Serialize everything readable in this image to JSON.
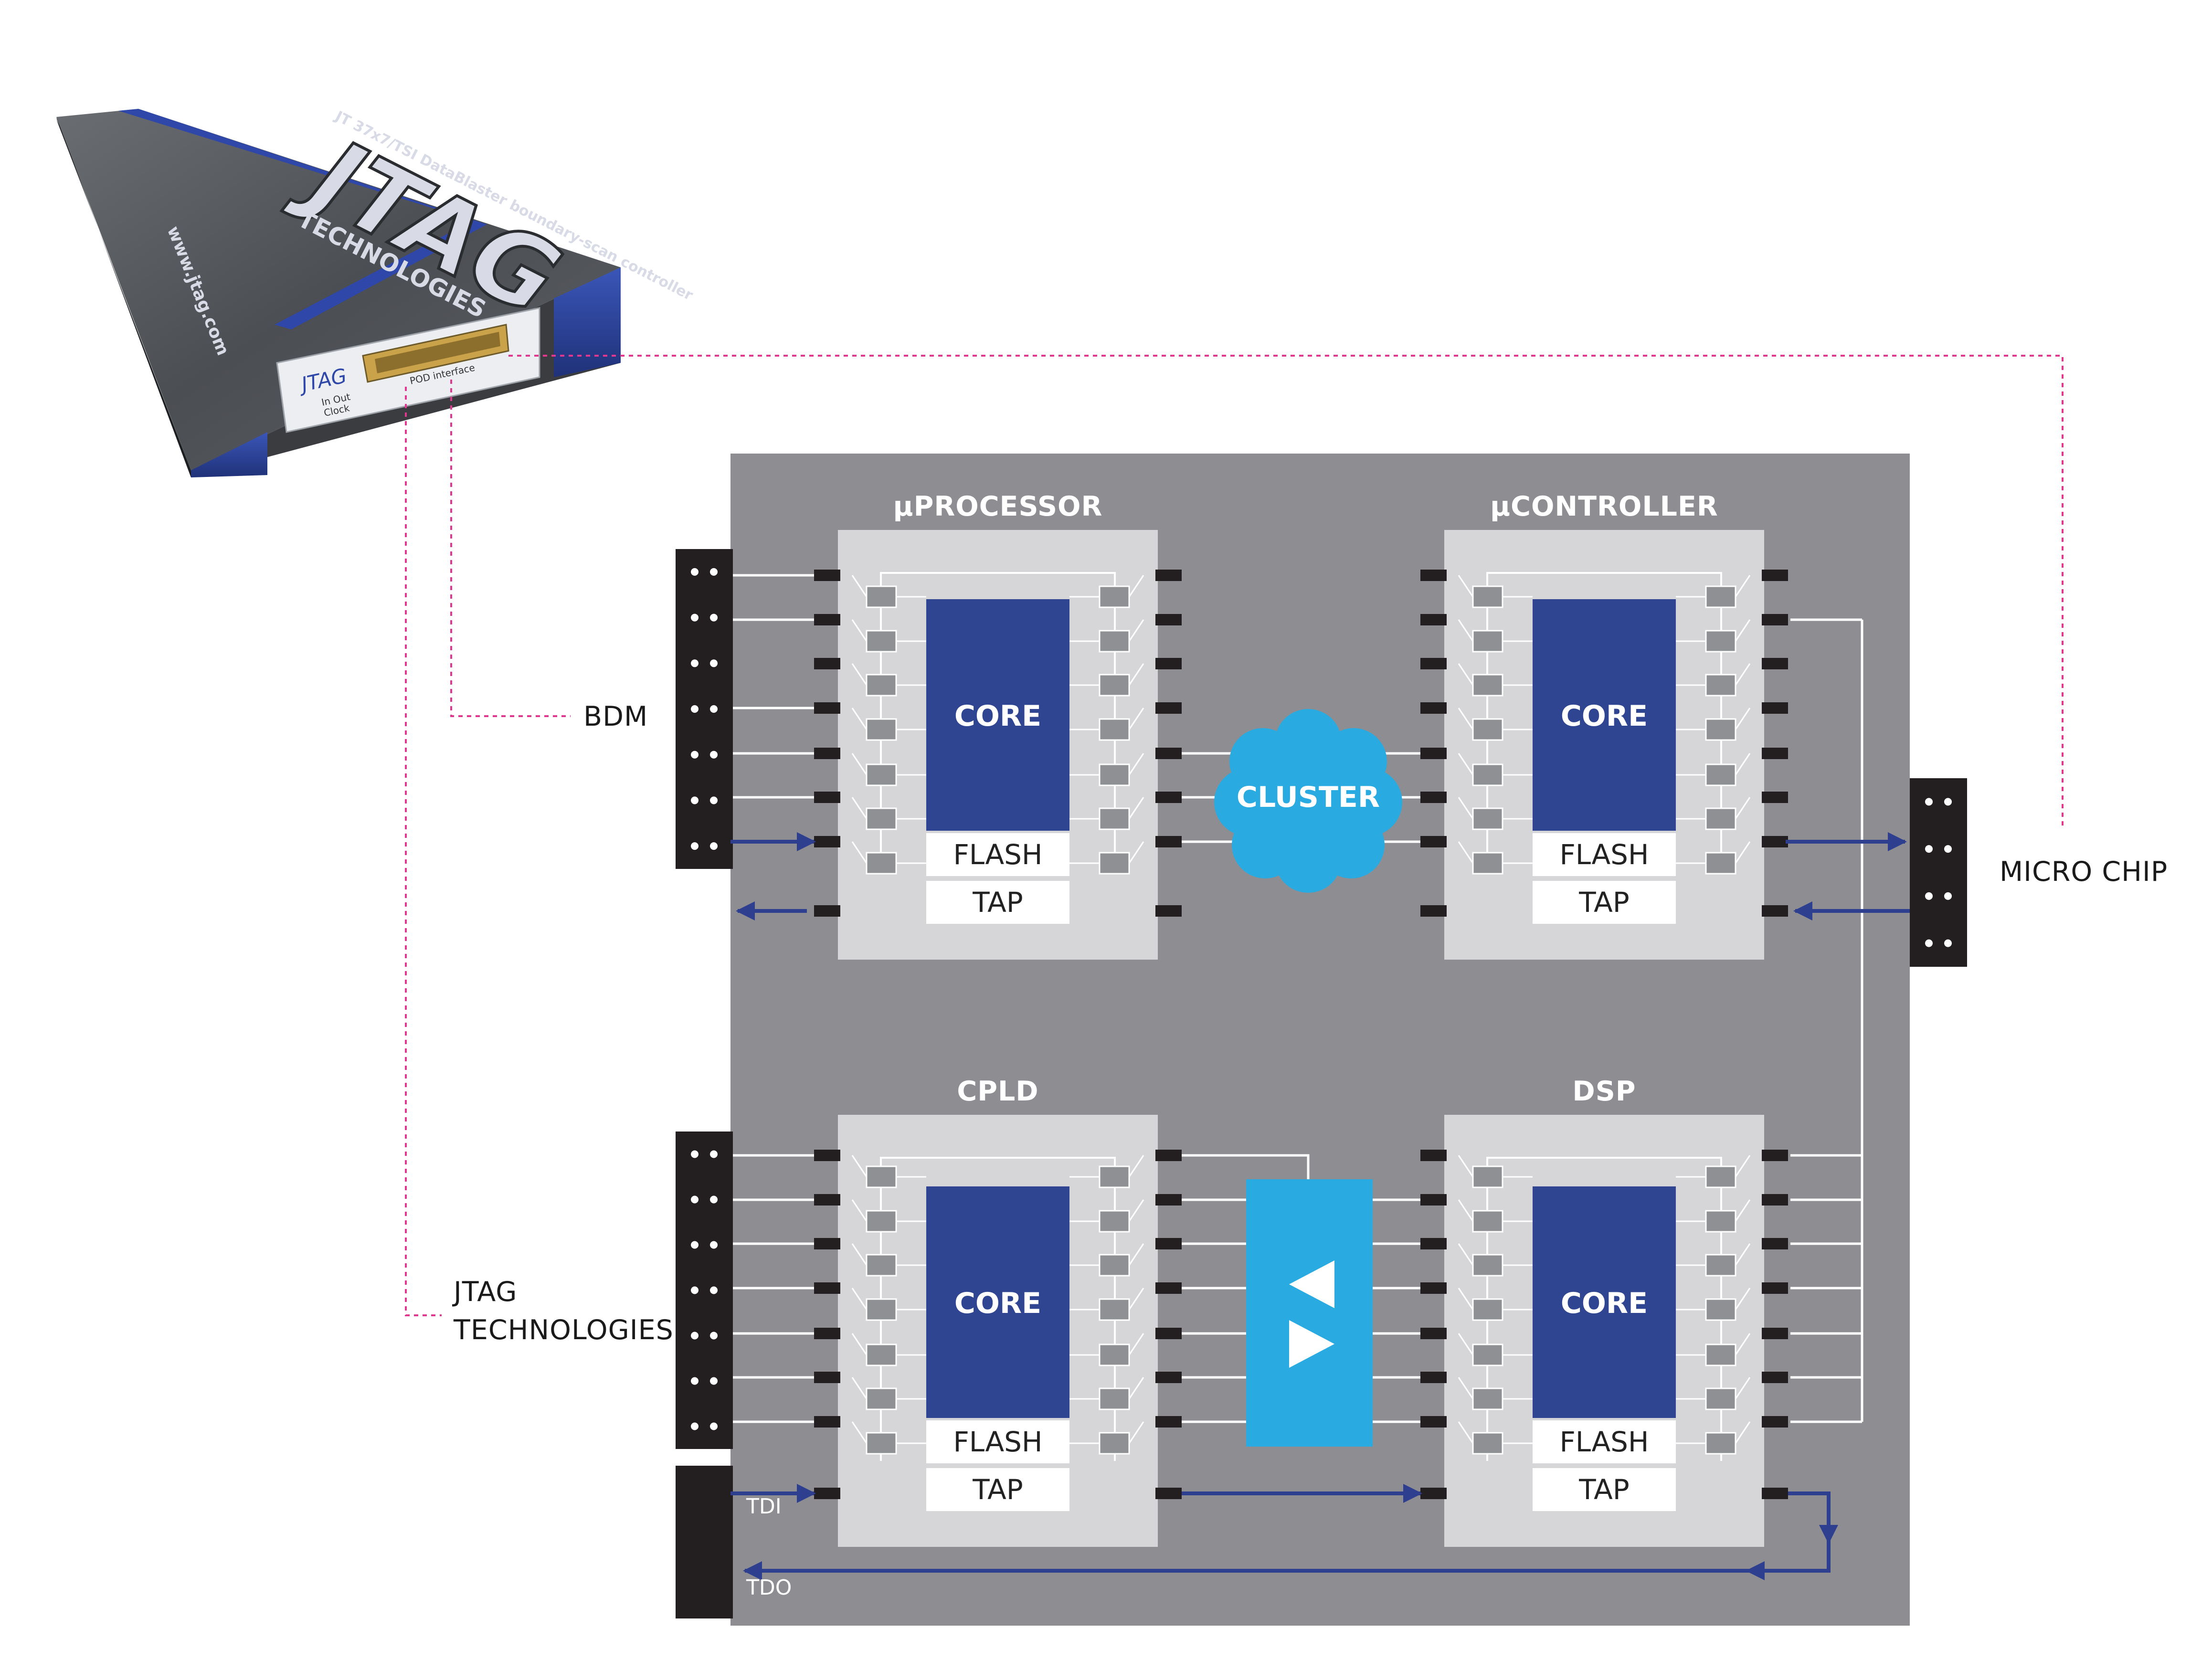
{
  "device": {
    "brand_line1": "JTAG",
    "brand_line2": "TECHNOLOGIES",
    "website": "www.jtag.com",
    "top_caption": "JT 37x7/TSI  DataBlaster boundary-scan controller",
    "port_logo": "JTAG",
    "port_caption1": "In Out",
    "port_caption2": "Clock",
    "pod_label": "POD interface"
  },
  "labels": {
    "bdm": "BDM",
    "micro_chip": "MICRO CHIP",
    "jtag_line1": "JTAG",
    "jtag_line2": "TECHNOLOGIES",
    "tdi": "TDI",
    "tdo": "TDO",
    "cluster": "CLUSTER"
  },
  "chips": [
    {
      "title": "µPROCESSOR",
      "core": "CORE",
      "flash": "FLASH",
      "tap": "TAP"
    },
    {
      "title": "µCONTROLLER",
      "core": "CORE",
      "flash": "FLASH",
      "tap": "TAP"
    },
    {
      "title": "CPLD",
      "core": "CORE",
      "flash": "FLASH",
      "tap": "TAP"
    },
    {
      "title": "DSP",
      "core": "CORE",
      "flash": "FLASH",
      "tap": "TAP"
    }
  ],
  "colors": {
    "board": "#8e8e92",
    "chip_body": "#d6d6d8",
    "core": "#2f4592",
    "trace_blue": "#2e3f8f",
    "cluster": "#29aae1",
    "connector": "#231f20",
    "dotted_link": "#e0388f"
  }
}
